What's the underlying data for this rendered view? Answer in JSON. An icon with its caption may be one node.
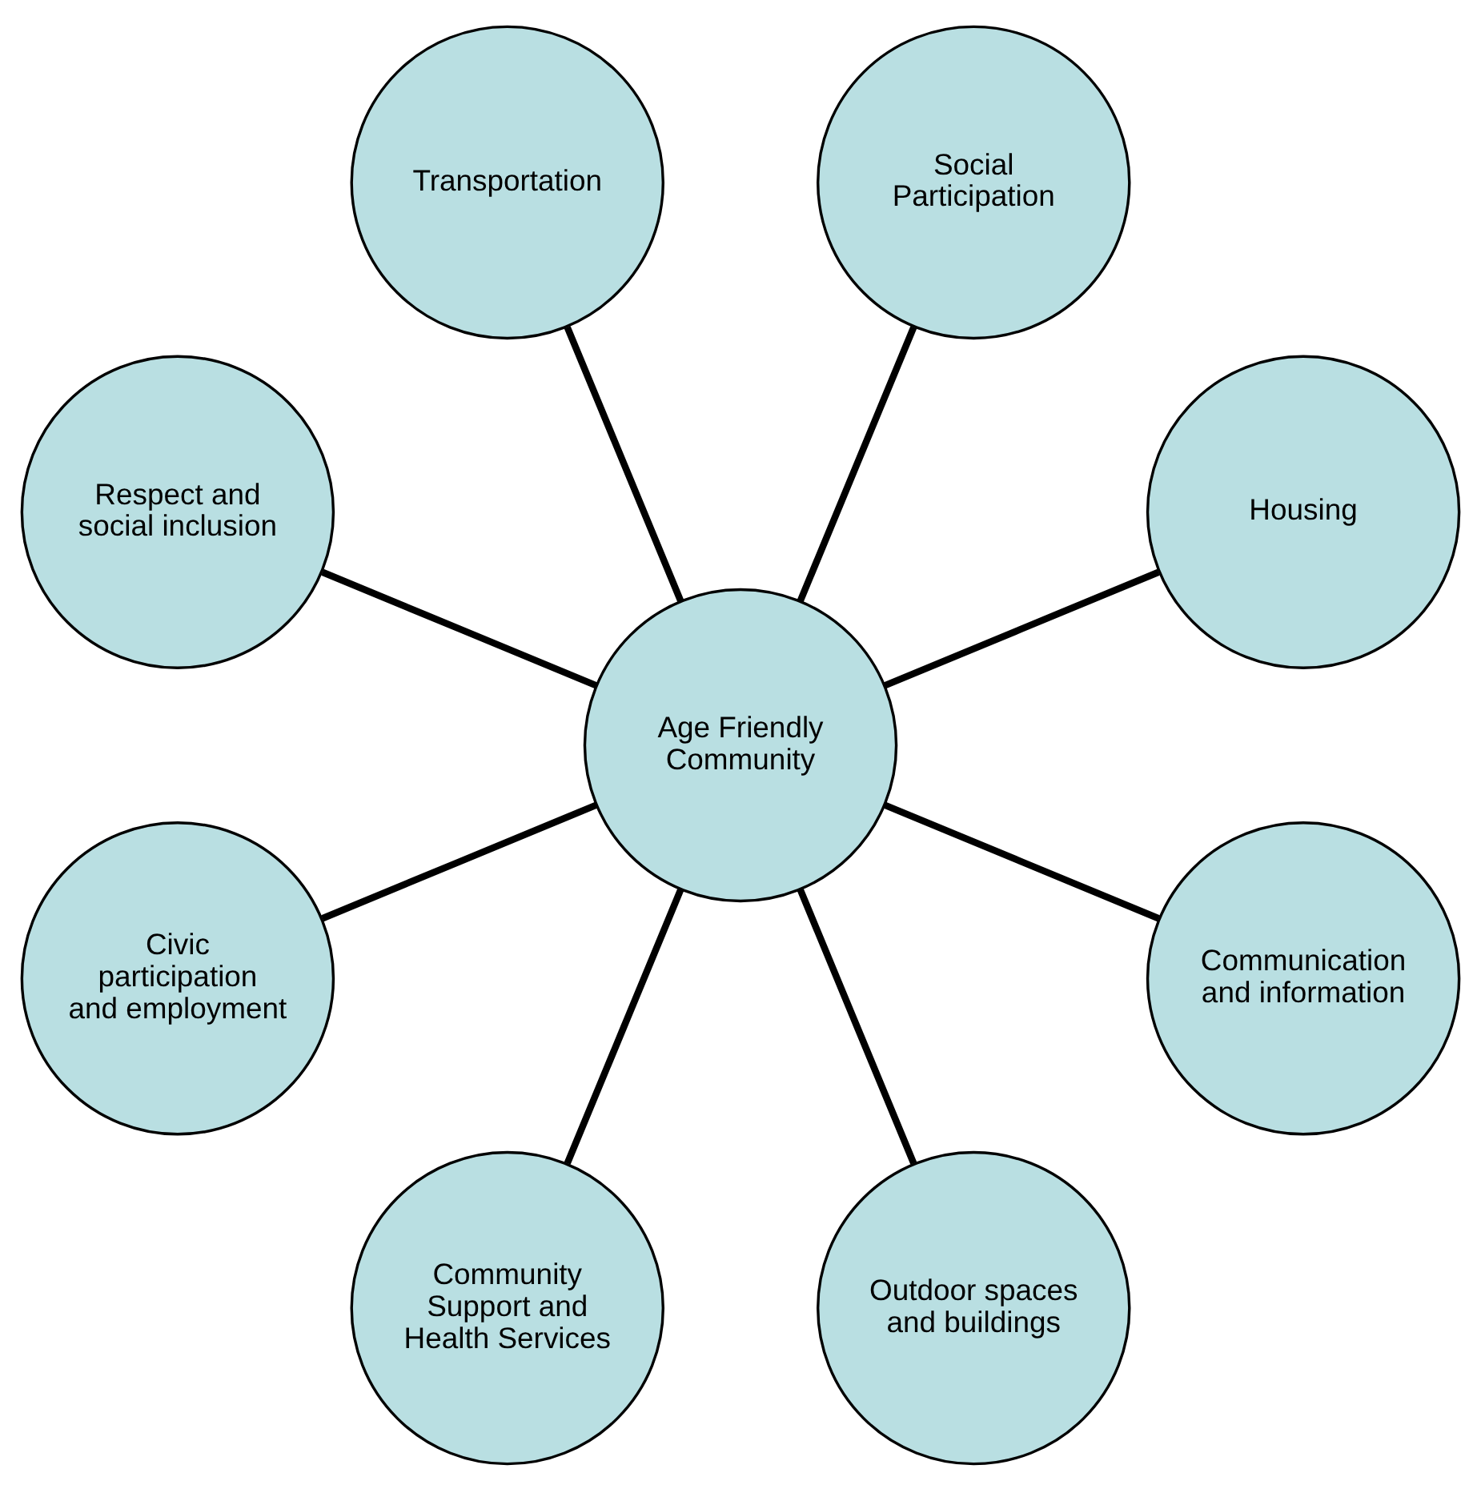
{
  "diagram": {
    "nodes": [
      {
        "text": [
          "Age Friendly Community"
        ]
      },
      {
        "text": [
          "Housing"
        ]
      },
      {
        "text": [
          "Social Participation"
        ]
      },
      {
        "text": [
          "Transportation"
        ]
      },
      {
        "text": [
          "Respect and social inclusion"
        ]
      },
      {
        "text": [
          "Civic participation and employment"
        ]
      },
      {
        "text": [
          "Community Support and Health Services"
        ]
      },
      {
        "text": [
          "Outdoor spaces and buildings"
        ]
      },
      {
        "text": [
          "Communication and information"
        ]
      }
    ],
    "edges": [
      {
        "from": 0,
        "to": 1,
        "arrow": "none"
      },
      {
        "from": 0,
        "to": 2,
        "arrow": "none"
      },
      {
        "from": 0,
        "to": 3,
        "arrow": "none"
      },
      {
        "from": 0,
        "to": 4,
        "arrow": "none"
      },
      {
        "from": 0,
        "to": 5,
        "arrow": "none"
      },
      {
        "from": 0,
        "to": 6,
        "arrow": "none"
      },
      {
        "from": 0,
        "to": 7,
        "arrow": "none"
      },
      {
        "from": 0,
        "to": 8,
        "arrow": "none"
      }
    ]
  }
}
